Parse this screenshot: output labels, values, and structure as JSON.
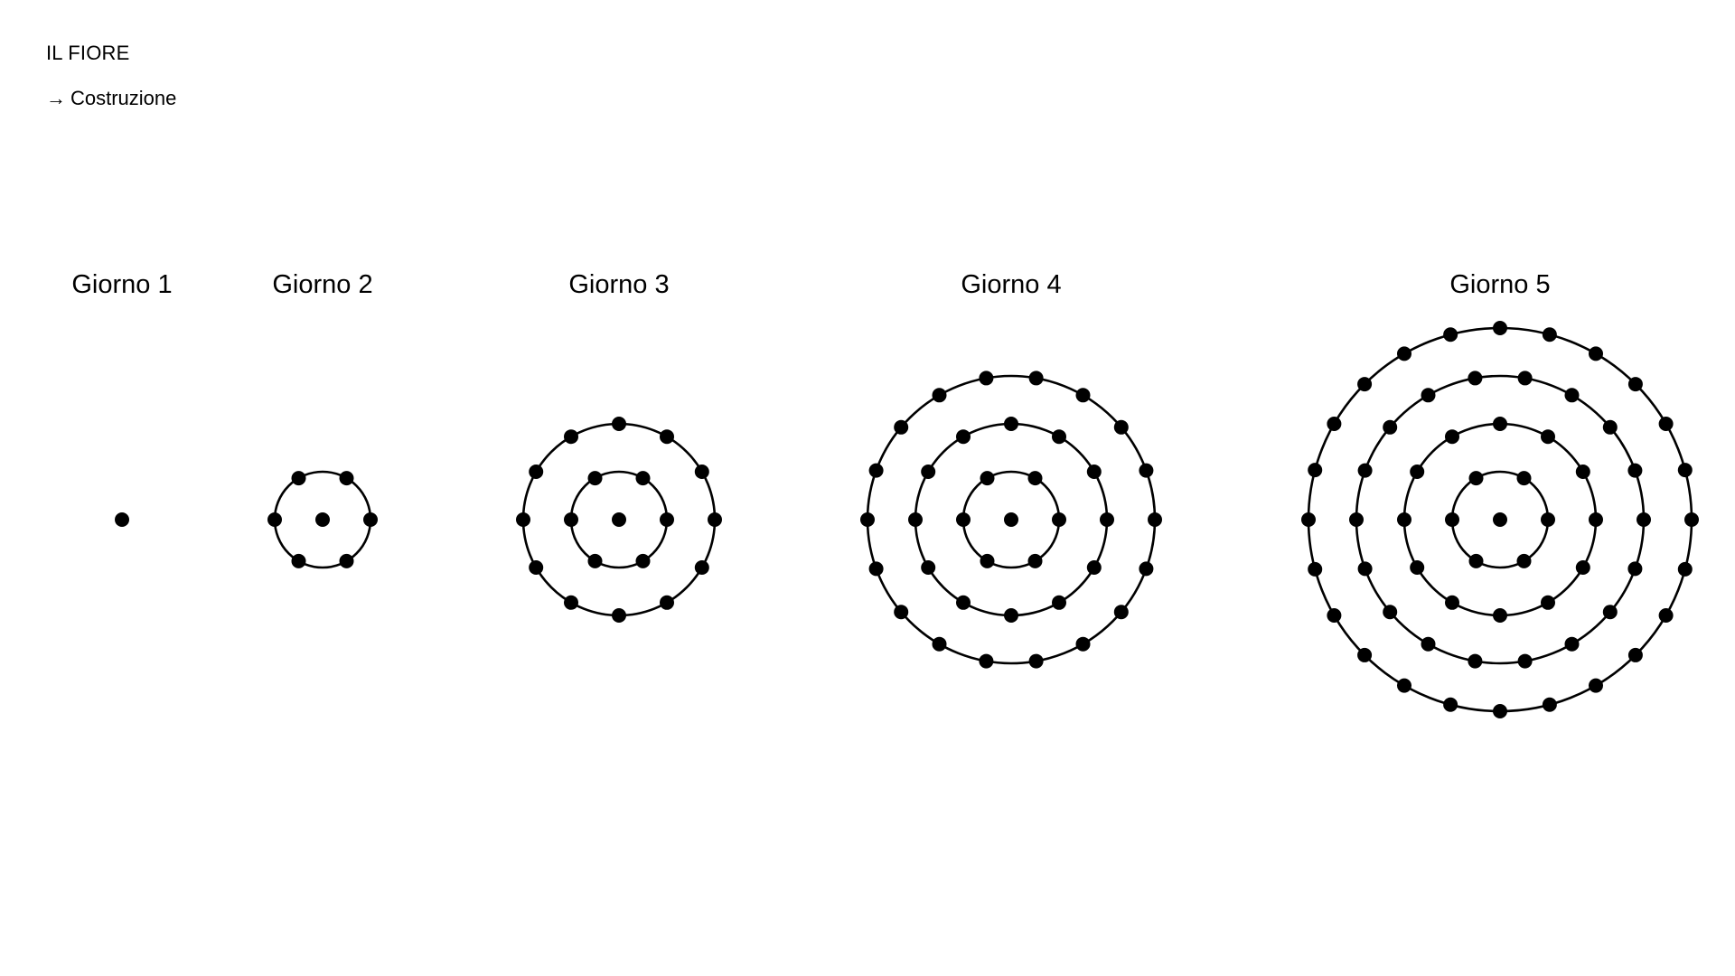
{
  "header": {
    "title": "IL FIORE",
    "subtitle": "Costruzione",
    "arrow_icon": "arrow-right-icon"
  },
  "diagram": {
    "ink_color": "#000000",
    "days": [
      {
        "label": "Giorno 1",
        "rings": 0
      },
      {
        "label": "Giorno 2",
        "rings": 1
      },
      {
        "label": "Giorno 3",
        "rings": 2
      },
      {
        "label": "Giorno 4",
        "rings": 3
      },
      {
        "label": "Giorno 5",
        "rings": 4
      }
    ]
  }
}
